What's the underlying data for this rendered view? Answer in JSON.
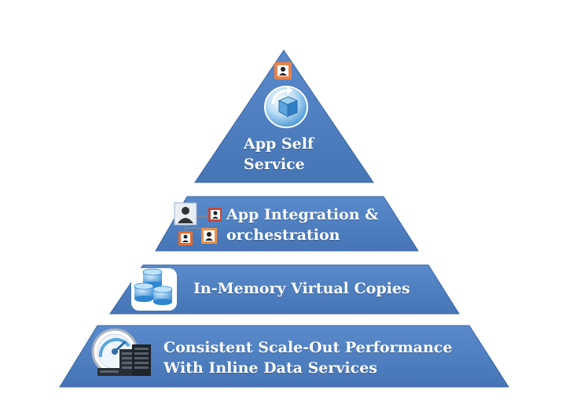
{
  "pyramid": {
    "tiers": [
      {
        "id": "app-self-service",
        "lines": [
          "App Self",
          "Service"
        ],
        "icon": "cube-refresh-icon",
        "badge_icon": "user-icon"
      },
      {
        "id": "app-integration",
        "lines": [
          "App Integration &",
          "orchestration"
        ],
        "icon": "user-network-icon"
      },
      {
        "id": "in-memory-copies",
        "lines": [
          "In-Memory Virtual Copies"
        ],
        "icon": "database-cluster-icon"
      },
      {
        "id": "scale-out-performance",
        "lines": [
          "Consistent Scale-Out Performance",
          "With Inline Data Services"
        ],
        "icon": "speedometer-servers-icon"
      }
    ]
  },
  "colors": {
    "tier_fill": "#4f7fc0",
    "tier_edge": "#3a66a3",
    "badge_orange": "#e8824a",
    "badge_red": "#c24a3a"
  }
}
